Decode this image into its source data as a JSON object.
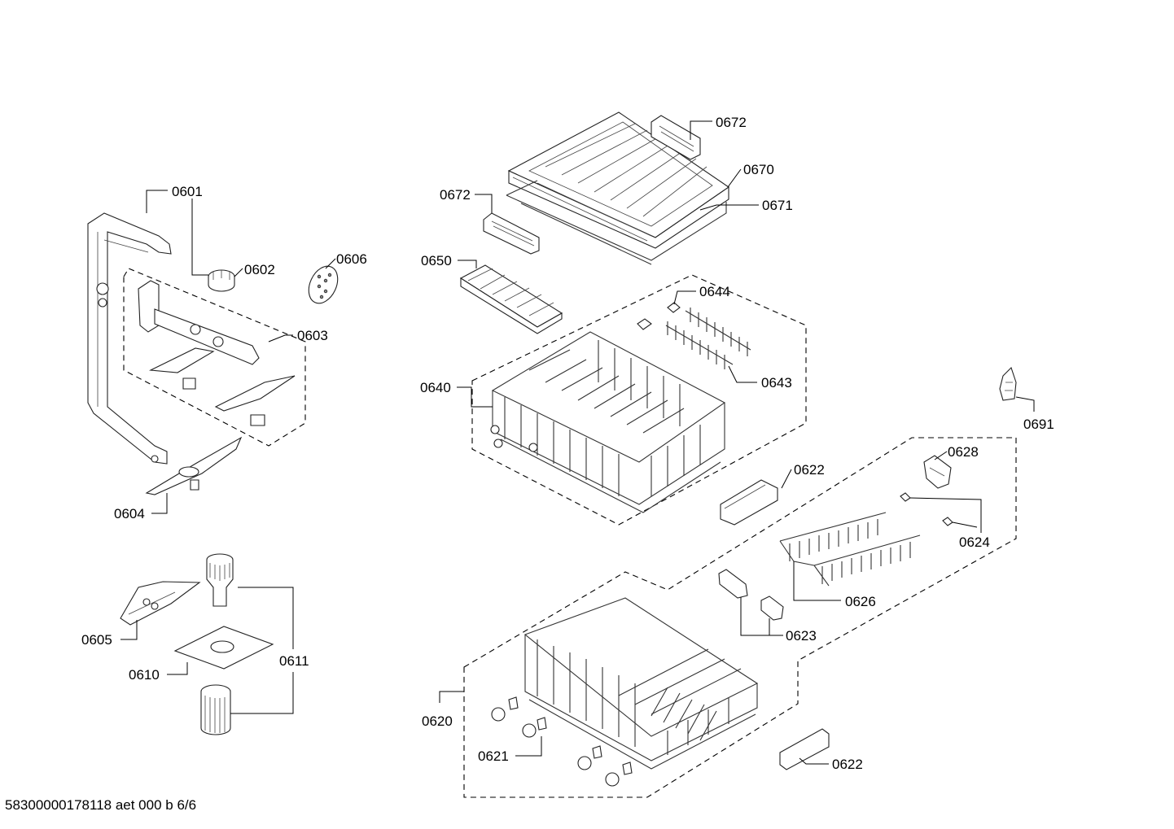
{
  "labels": {
    "p0601": "0601",
    "p0602": "0602",
    "p0603": "0603",
    "p0604": "0604",
    "p0605": "0605",
    "p0606": "0606",
    "p0610": "0610",
    "p0611": "0611",
    "p0620": "0620",
    "p0621": "0621",
    "p0622a": "0622",
    "p0622b": "0622",
    "p0623": "0623",
    "p0624": "0624",
    "p0626": "0626",
    "p0628": "0628",
    "p0640": "0640",
    "p0643": "0643",
    "p0644": "0644",
    "p0650": "0650",
    "p0670": "0670",
    "p0671": "0671",
    "p0672a": "0672",
    "p0672b": "0672",
    "p0691": "0691"
  },
  "footer": {
    "text": "58300000178118 aet 000 b 6/6"
  }
}
